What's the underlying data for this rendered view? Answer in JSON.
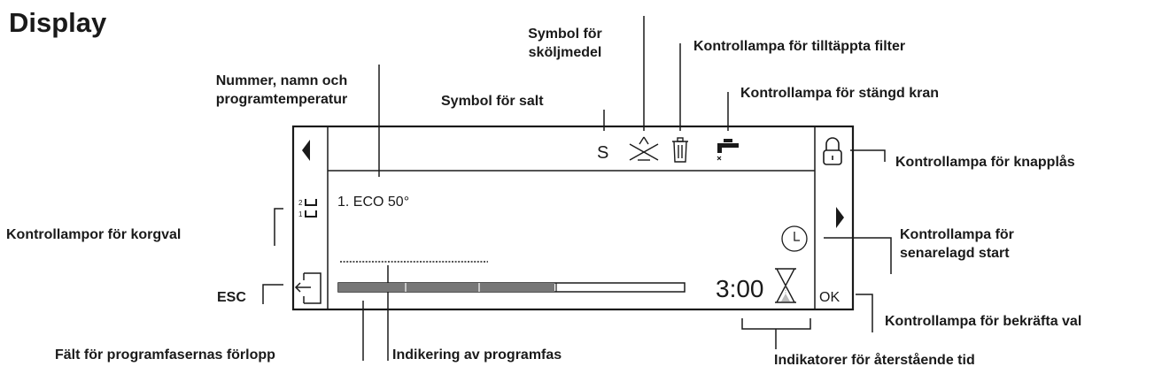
{
  "heading": "Display",
  "labels": {
    "rinse_aid_line1": "Symbol för",
    "rinse_aid_line2": "sköljmedel",
    "clogged_filter": "Kontrollampa för tilltäppta filter",
    "number_name_line1": "Nummer, namn och",
    "number_name_line2": "programtemperatur",
    "salt": "Symbol för salt",
    "tap_closed": "Kontrollampa för stängd kran",
    "key_lock": "Kontrollampa för knapplås",
    "basket": "Kontrollampor för korgval",
    "delayed_start_line1": "Kontrollampa för",
    "delayed_start_line2": "senarelagd start",
    "esc": "ESC",
    "confirm": "Kontrollampa för bekräfta val",
    "phase_progress": "Fält för programfasernas förlopp",
    "phase_indication": "Indikering av programfas",
    "remaining_time": "Indikatorer för återstående tid"
  },
  "display": {
    "program": "1. ECO 50°",
    "salt_symbol": "S",
    "time": "3:00",
    "ok": "OK",
    "basket_upper": "2",
    "basket_lower": "1",
    "progress_fraction": 0.624
  },
  "icons": {
    "left_arrow": "triangle-left-icon",
    "right_arrow": "triangle-right-icon",
    "rinse_aid": "rinse-aid-icon",
    "filter": "bin-icon",
    "tap": "tap-icon",
    "lock": "lock-icon",
    "clock": "clock-icon",
    "hourglass": "hourglass-icon",
    "basket": "basket-icon",
    "esc": "esc-door-icon"
  },
  "colors": {
    "line": "#1a1a1a",
    "progress_fill": "#777777"
  }
}
